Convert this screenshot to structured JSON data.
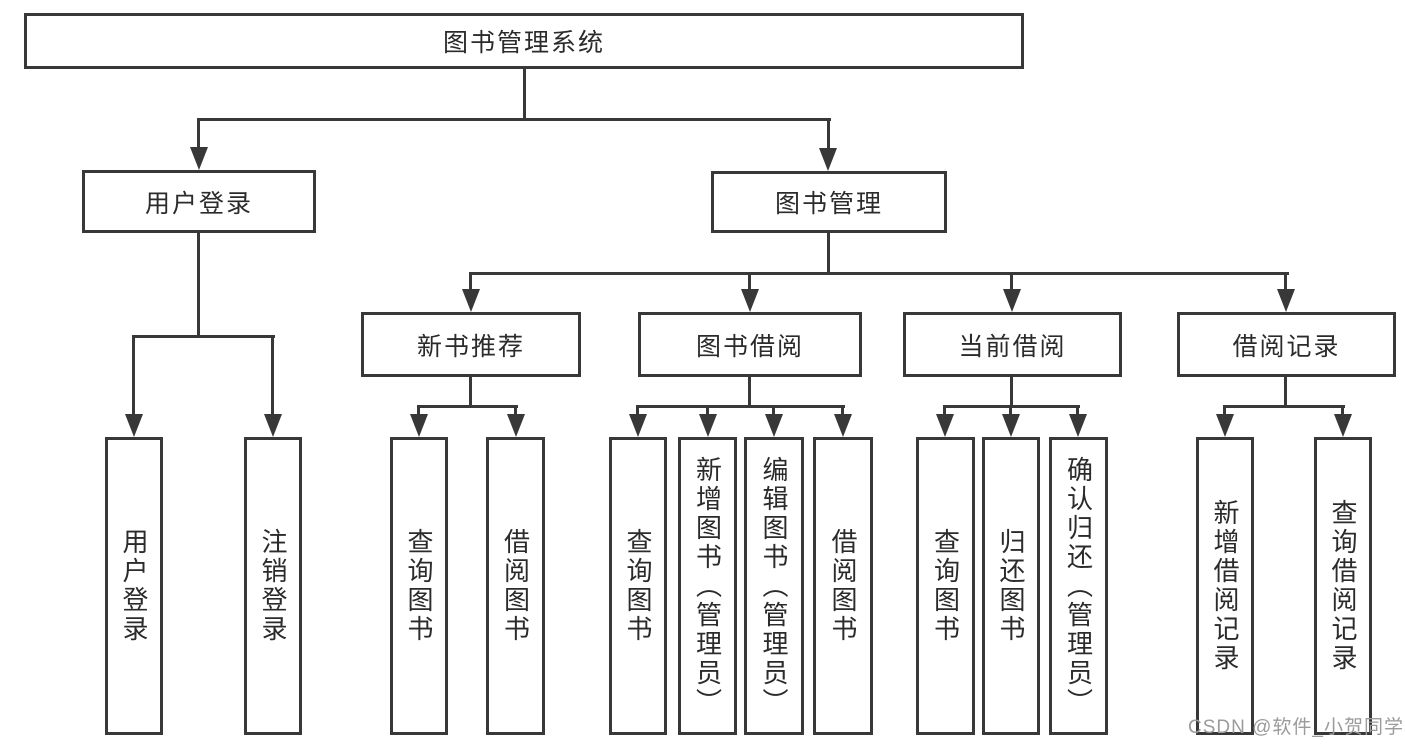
{
  "tree": {
    "label": "图书管理系统",
    "children": [
      {
        "label": "用户登录",
        "children": [
          {
            "label": "用户登录"
          },
          {
            "label": "注销登录"
          }
        ]
      },
      {
        "label": "图书管理",
        "children": [
          {
            "label": "新书推荐",
            "children": [
              {
                "label": "查询图书"
              },
              {
                "label": "借阅图书"
              }
            ]
          },
          {
            "label": "图书借阅",
            "children": [
              {
                "label": "查询图书"
              },
              {
                "label": "新增图书（管理员）"
              },
              {
                "label": "编辑图书（管理员）"
              },
              {
                "label": "借阅图书"
              }
            ]
          },
          {
            "label": "当前借阅",
            "children": [
              {
                "label": "查询图书"
              },
              {
                "label": "归还图书"
              },
              {
                "label": "确认归还（管理员）"
              }
            ]
          },
          {
            "label": "借阅记录",
            "children": [
              {
                "label": "新增借阅记录"
              },
              {
                "label": "查询借阅记录"
              }
            ]
          }
        ]
      }
    ]
  },
  "watermark": {
    "text": "CSDN @软件_小贺同学"
  },
  "colors": {
    "line": "#383838",
    "text": "#2b2b2b",
    "watermark": "#9b9b9b",
    "background": "#ffffff"
  }
}
